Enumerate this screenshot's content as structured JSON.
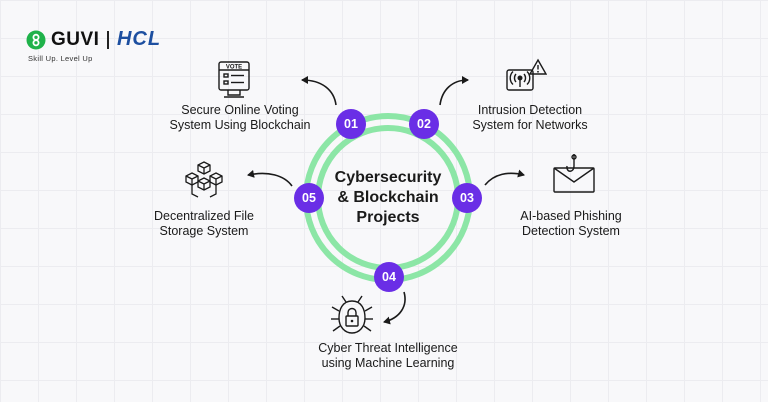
{
  "brand": {
    "guvi": "GUVI",
    "hcl": "HCL",
    "tagline": "Skill Up. Level Up",
    "colors": {
      "guvi_green": "#1fb24a",
      "hcl_blue": "#1d4fa0"
    }
  },
  "diagram": {
    "title": "Cybersecurity\n& Blockchain\nProjects",
    "colors": {
      "ring": "#8ce6a6",
      "badge": "#6a2ee6"
    },
    "nodes": [
      {
        "number": "01",
        "label": "Secure Online Voting\nSystem Using Blockchain",
        "icon": "voting-machine-icon",
        "icon_text": "VOTE"
      },
      {
        "number": "02",
        "label": "Intrusion Detection\nSystem for Networks",
        "icon": "network-alert-icon"
      },
      {
        "number": "03",
        "label": "AI-based Phishing\nDetection System",
        "icon": "phishing-envelope-icon"
      },
      {
        "number": "04",
        "label": "Cyber Threat Intelligence\nusing Machine Learning",
        "icon": "bug-lock-icon"
      },
      {
        "number": "05",
        "label": "Decentralized File\nStorage System",
        "icon": "blockchain-cubes-icon"
      }
    ]
  }
}
